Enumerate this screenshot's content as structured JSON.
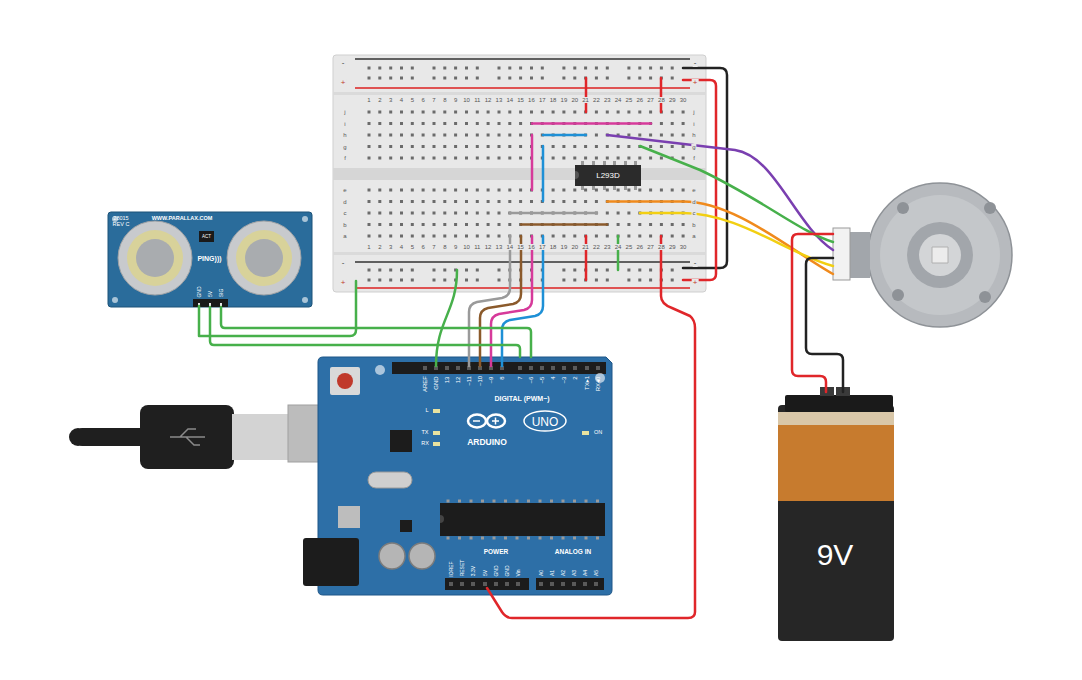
{
  "diagram": {
    "nodes": [
      {
        "text": [
          "28015 REV C",
          "WWW.PARALLAX.COM",
          "ACT",
          "PING)))",
          "GND",
          "5V",
          "SIG"
        ]
      },
      {
        "text": [
          "L293D"
        ]
      },
      {
        "text": [
          "AREF",
          "GND",
          "13",
          "12",
          "~11",
          "~10",
          "~9",
          "8",
          "7",
          "~6",
          "~5",
          "4",
          "~3",
          "2",
          "TX▸1",
          "RX◂0",
          "DIGITAL (PWM~)",
          "L",
          "TX",
          "RX",
          "ON",
          "ARDUINO",
          "UNO",
          "IOREF",
          "RESET",
          "3.3V",
          "5V",
          "GND",
          "GND",
          "Vin",
          "POWER",
          "ANALOG IN",
          "A0",
          "A1",
          "A2",
          "A3",
          "A4",
          "A5"
        ]
      },
      {
        "text": [
          "9V"
        ]
      }
    ],
    "edges": [
      {
        "from": 0,
        "to": 2,
        "arrow": "none"
      },
      {
        "from": 0,
        "to": 2,
        "arrow": "none"
      }
    ],
    "labels": [
      "1",
      "2",
      "3",
      "4",
      "5",
      "6",
      "7",
      "8",
      "9",
      "10",
      "11",
      "12",
      "13",
      "14",
      "15",
      "16",
      "17",
      "18",
      "19",
      "20",
      "21",
      "22",
      "23",
      "24",
      "25",
      "26",
      "27",
      "28",
      "29",
      "30",
      "j",
      "i",
      "h",
      "g",
      "f",
      "j",
      "i",
      "h",
      "g",
      "f",
      "e",
      "d",
      "c",
      "b",
      "a",
      "e",
      "d",
      "c",
      "b",
      "a",
      "1",
      "2",
      "3",
      "4",
      "5",
      "6",
      "7",
      "8",
      "9",
      "10",
      "11",
      "12",
      "13",
      "14",
      "15",
      "16",
      "17",
      "18",
      "19",
      "20",
      "21",
      "22",
      "23",
      "24",
      "25",
      "26",
      "27",
      "28",
      "29",
      "30",
      "-",
      "+",
      "-",
      "+",
      "-",
      "+",
      "-",
      "+"
    ]
  }
}
